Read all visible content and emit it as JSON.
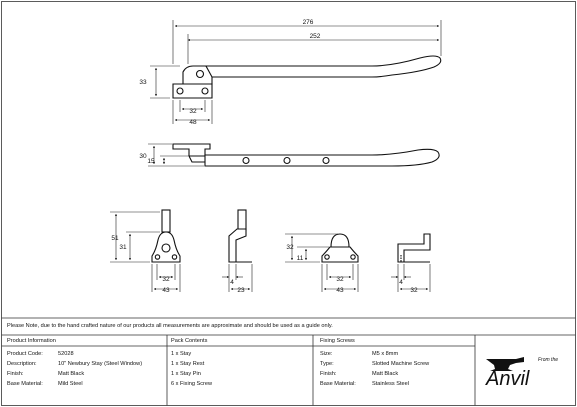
{
  "dimensions": {
    "top_overall": "276",
    "top_arm": "252",
    "top_height": "33",
    "top_base_inner": "32",
    "top_base_outer": "48",
    "side_height_total": "30",
    "side_height_inner": "15",
    "rest_height_total": "51",
    "rest_height_inner": "31",
    "rest_base_inner": "32",
    "rest_base_outer": "43",
    "rest_side_thickness": "4",
    "rest_side_depth": "23",
    "pin_height_total": "32",
    "pin_height_inner": "11",
    "pin_base_inner": "32",
    "pin_base_outer": "43",
    "pin_side_thickness": "4",
    "pin_side_depth": "32"
  },
  "disclaimer": "Please Note, due to the hand crafted nature of our products all measurements are approximate and should be used as a guide only.",
  "product_information": {
    "heading": "Product Information",
    "rows": [
      {
        "label": "Product Code:",
        "value": "52028"
      },
      {
        "label": "Description:",
        "value": "10\" Newbury Stay (Steel Window)"
      },
      {
        "label": "Finish:",
        "value": "Matt Black"
      },
      {
        "label": "Base Material:",
        "value": "Mild Steel"
      }
    ]
  },
  "pack_contents": {
    "heading": "Pack Contents",
    "items": [
      "1 x Stay",
      "1 x Stay Rest",
      "1 x Stay Pin",
      "6 x Fixing Screw"
    ]
  },
  "fixing_screws": {
    "heading": "Fixing Screws",
    "rows": [
      {
        "label": "Size:",
        "value": "M5 x 8mm"
      },
      {
        "label": "Type:",
        "value": "Slotted Machine Screw"
      },
      {
        "label": "Finish:",
        "value": "Matt Black"
      },
      {
        "label": "Base Material:",
        "value": "Stainless Steel"
      }
    ]
  },
  "brand": {
    "tagline": "From the",
    "name": "Anvil"
  }
}
